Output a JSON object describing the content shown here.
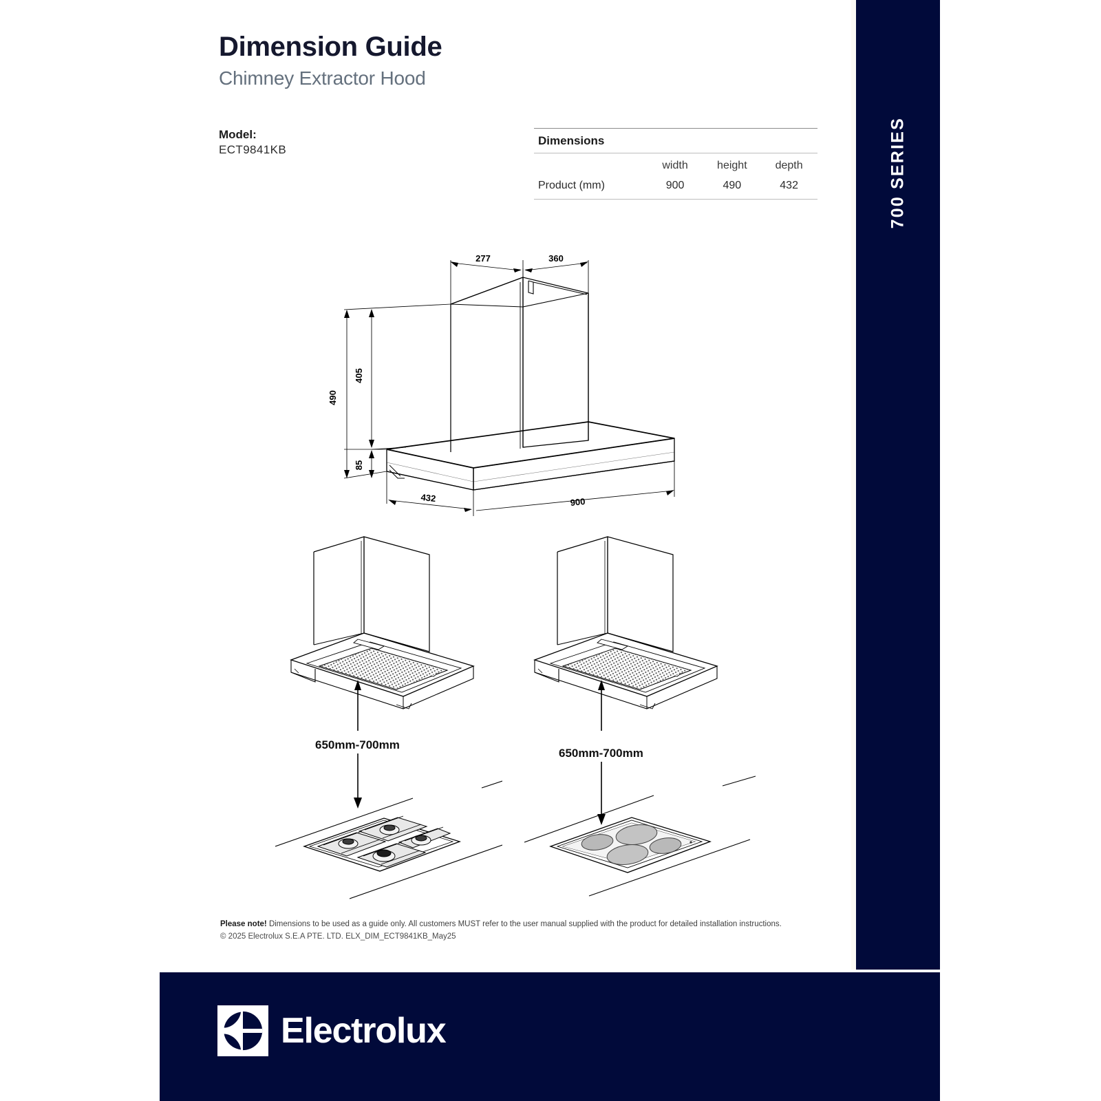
{
  "document": {
    "title": "Dimension Guide",
    "subtitle": "Chimney Extractor Hood",
    "series_tag": "700 SERIES"
  },
  "model": {
    "label": "Model:",
    "value": "ECT9841KB"
  },
  "dimensions_table": {
    "caption": "Dimensions",
    "columns": [
      "",
      "width",
      "height",
      "depth"
    ],
    "rows": [
      {
        "label": "Product (mm)",
        "width": "900",
        "height": "490",
        "depth": "432"
      }
    ]
  },
  "technical_drawing": {
    "name": "chimney-hood-isometric-dimensioned",
    "dimension_labels": {
      "top_left": "277",
      "top_right": "360",
      "left_outer": "490",
      "left_inner_upper": "405",
      "left_inner_lower": "85",
      "bottom_left": "432",
      "bottom_right": "900"
    }
  },
  "installation": {
    "left": {
      "appliance": "gas-hob-four-burner",
      "clearance_label": "650mm-700mm"
    },
    "right": {
      "appliance": "ceramic-hob-four-zone",
      "clearance_label": "650mm-700mm"
    }
  },
  "notes": {
    "please_note_label": "Please note!",
    "please_note_text": " Dimensions to be used as a guide only. All customers MUST refer to the user manual supplied with the product for detailed installation instructions.",
    "copyright": "© 2025 Electrolux S.E.A PTE. LTD. ELX_DIM_ECT9841KB_May25"
  },
  "footer": {
    "brand": "Electrolux"
  },
  "colors": {
    "navy": "#010a3a",
    "title": "#15182e",
    "subtitle": "#64707d",
    "line": "#000000"
  }
}
